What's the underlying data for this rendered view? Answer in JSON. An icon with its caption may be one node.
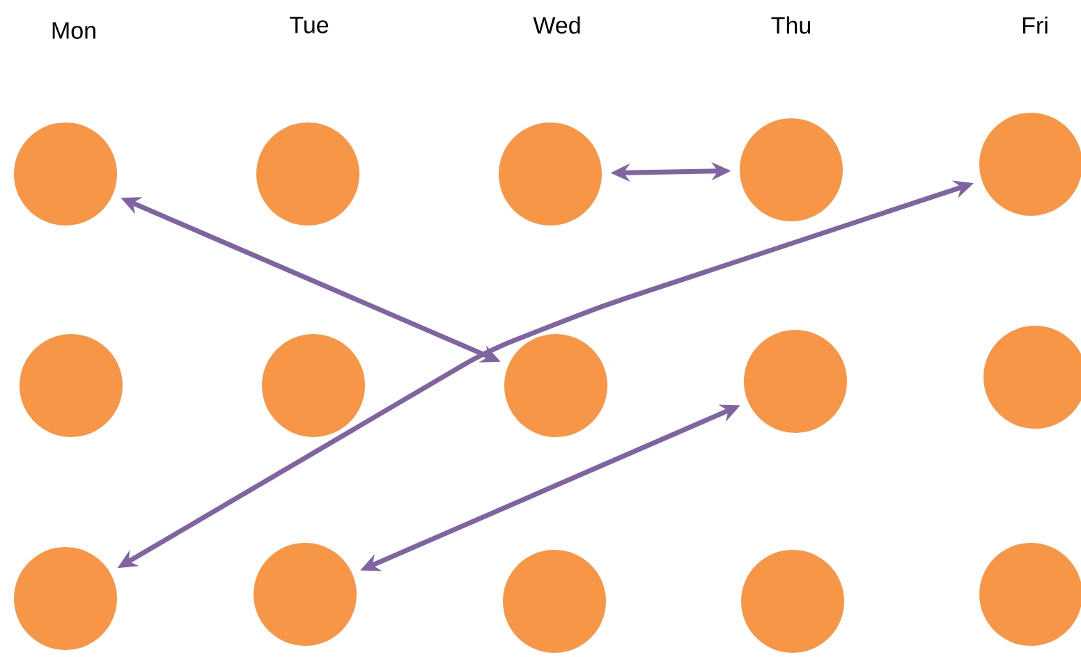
{
  "diagram": {
    "nodes": [
      {
        "text": [],
        "shape": "circle"
      },
      {
        "text": [],
        "shape": "circle"
      },
      {
        "text": [],
        "shape": "circle"
      },
      {
        "text": [],
        "shape": "circle"
      },
      {
        "text": [],
        "shape": "circle"
      },
      {
        "text": [],
        "shape": "circle"
      },
      {
        "text": [],
        "shape": "circle"
      },
      {
        "text": [],
        "shape": "circle"
      },
      {
        "text": [],
        "shape": "circle"
      },
      {
        "text": [],
        "shape": "circle"
      },
      {
        "text": [],
        "shape": "circle"
      },
      {
        "text": [],
        "shape": "circle"
      },
      {
        "text": [],
        "shape": "circle"
      },
      {
        "text": [],
        "shape": "circle"
      },
      {
        "text": [],
        "shape": "circle"
      }
    ],
    "edges": [
      {
        "from": 0,
        "to": 7,
        "arrow": "both"
      },
      {
        "from": 2,
        "to": 3,
        "arrow": "both"
      },
      {
        "from": 4,
        "to": 10,
        "arrow": "both"
      },
      {
        "from": 8,
        "to": 11,
        "arrow": "both"
      }
    ],
    "labels": [
      "Mon",
      "Tue",
      "Wed",
      "Thu",
      "Fri"
    ]
  }
}
